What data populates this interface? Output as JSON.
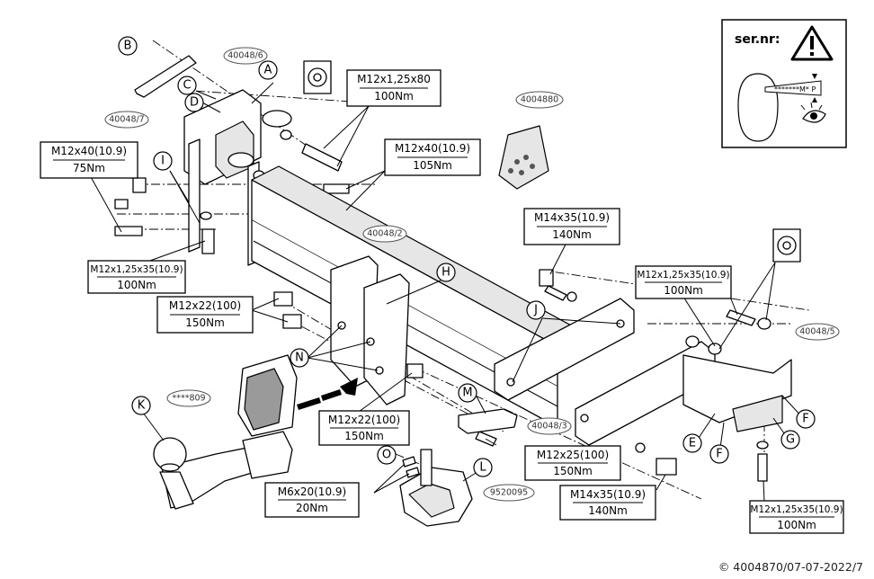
{
  "part_letters": [
    "A",
    "B",
    "C",
    "D",
    "I",
    "H",
    "J",
    "N",
    "K",
    "M",
    "O",
    "L",
    "E",
    "F",
    "F",
    "G"
  ],
  "ref_ovals": [
    "40048/6",
    "40048/7",
    "4004880",
    "40048/2",
    "****809",
    "40048/3",
    "9520095",
    "40048/5"
  ],
  "torque_boxes": [
    {
      "spec": "M12x1,25x80",
      "torque": "100Nm"
    },
    {
      "spec": "M12x40(10.9)",
      "torque": "105Nm"
    },
    {
      "spec": "M12x40(10.9)",
      "torque": "75Nm"
    },
    {
      "spec": "M12x1,25x35(10.9)",
      "torque": "100Nm"
    },
    {
      "spec": "M14x35(10.9)",
      "torque": "140Nm"
    },
    {
      "spec": "M12x1,25x35(10.9)",
      "torque": "100Nm"
    },
    {
      "spec": "M12x22(100)",
      "torque": "150Nm"
    },
    {
      "spec": "M12x22(100)",
      "torque": "150Nm"
    },
    {
      "spec": "M12x25(100)",
      "torque": "150Nm"
    },
    {
      "spec": "M6x20(10.9)",
      "torque": "20Nm"
    },
    {
      "spec": "M14x35(10.9)",
      "torque": "140Nm"
    },
    {
      "spec": "M12x1,25x35(10.9)",
      "torque": "100Nm"
    }
  ],
  "serial_panel": {
    "title": "ser.nr:",
    "plate_text": "*******M* P"
  },
  "footer": "© 4004870/07-07-2022/7"
}
